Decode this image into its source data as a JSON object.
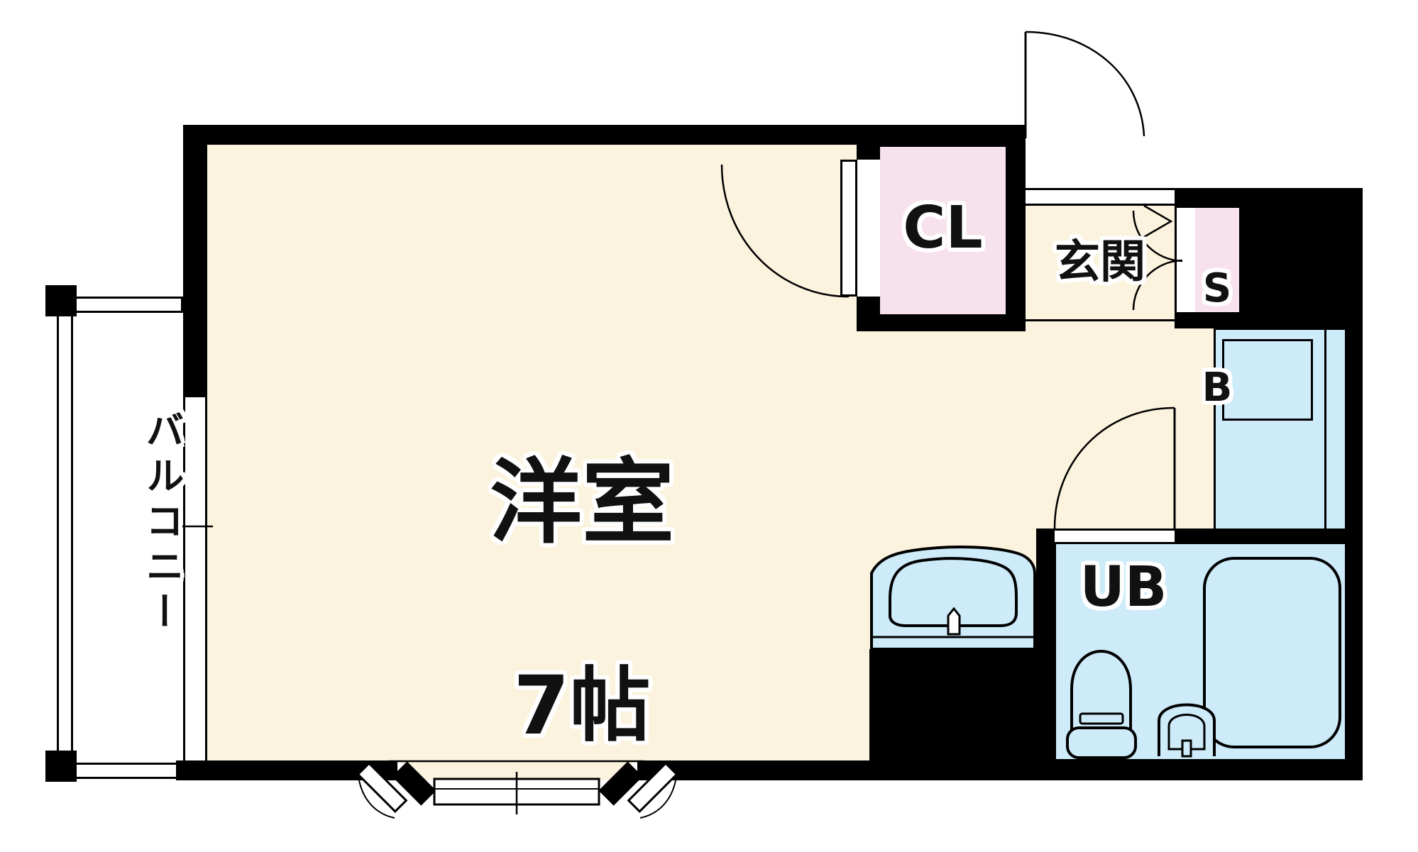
{
  "plan": {
    "type": "apartment-floor-plan",
    "rooms": {
      "main_room": {
        "name": "洋室",
        "size": "7帖",
        "fill": "#FCF3DE"
      },
      "balcony": {
        "name": "バルコニー",
        "fill": "#FFFFFF"
      },
      "closet": {
        "abbr": "CL",
        "fill": "#F7E1ED"
      },
      "entrance": {
        "name": "玄関",
        "fill": "#FCF3DE"
      },
      "shoe_box": {
        "abbr_line1": "S",
        "abbr_line2": "B",
        "fill": "#F7E1ED"
      },
      "unit_bath": {
        "abbr": "UB",
        "fill": "#CDEBF9"
      },
      "kitchen": {
        "fill": "#CDEBF9"
      }
    },
    "colors": {
      "wall": "#000000",
      "floor": "#FCF3DE",
      "storage": "#F7E1ED",
      "wet_area": "#CDEBF9",
      "exterior": "#FFFFFF"
    }
  }
}
